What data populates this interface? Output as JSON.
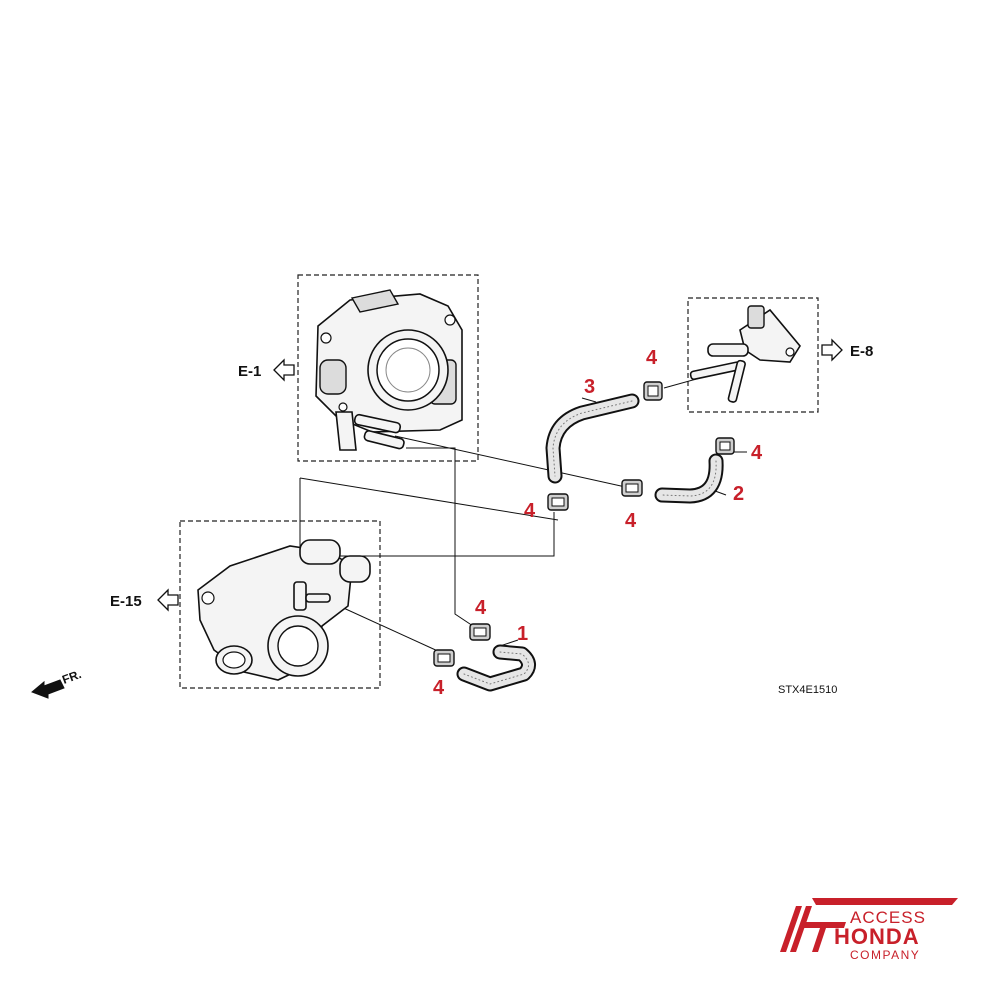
{
  "diagram_code": "STX4E1510",
  "front_indicator": "FR.",
  "references": {
    "left_top": "E-1",
    "left_bottom": "E-15",
    "right_top": "E-8"
  },
  "callouts": {
    "hose_1": "1",
    "hose_2": "2",
    "hose_3": "3",
    "clamp": "4"
  },
  "logo": {
    "line1": "ACCESS",
    "line2": "HONDA",
    "line3": "COMPANY"
  },
  "colors": {
    "callout": "#c8202a",
    "logo": "#c8202a",
    "line": "#111111"
  }
}
